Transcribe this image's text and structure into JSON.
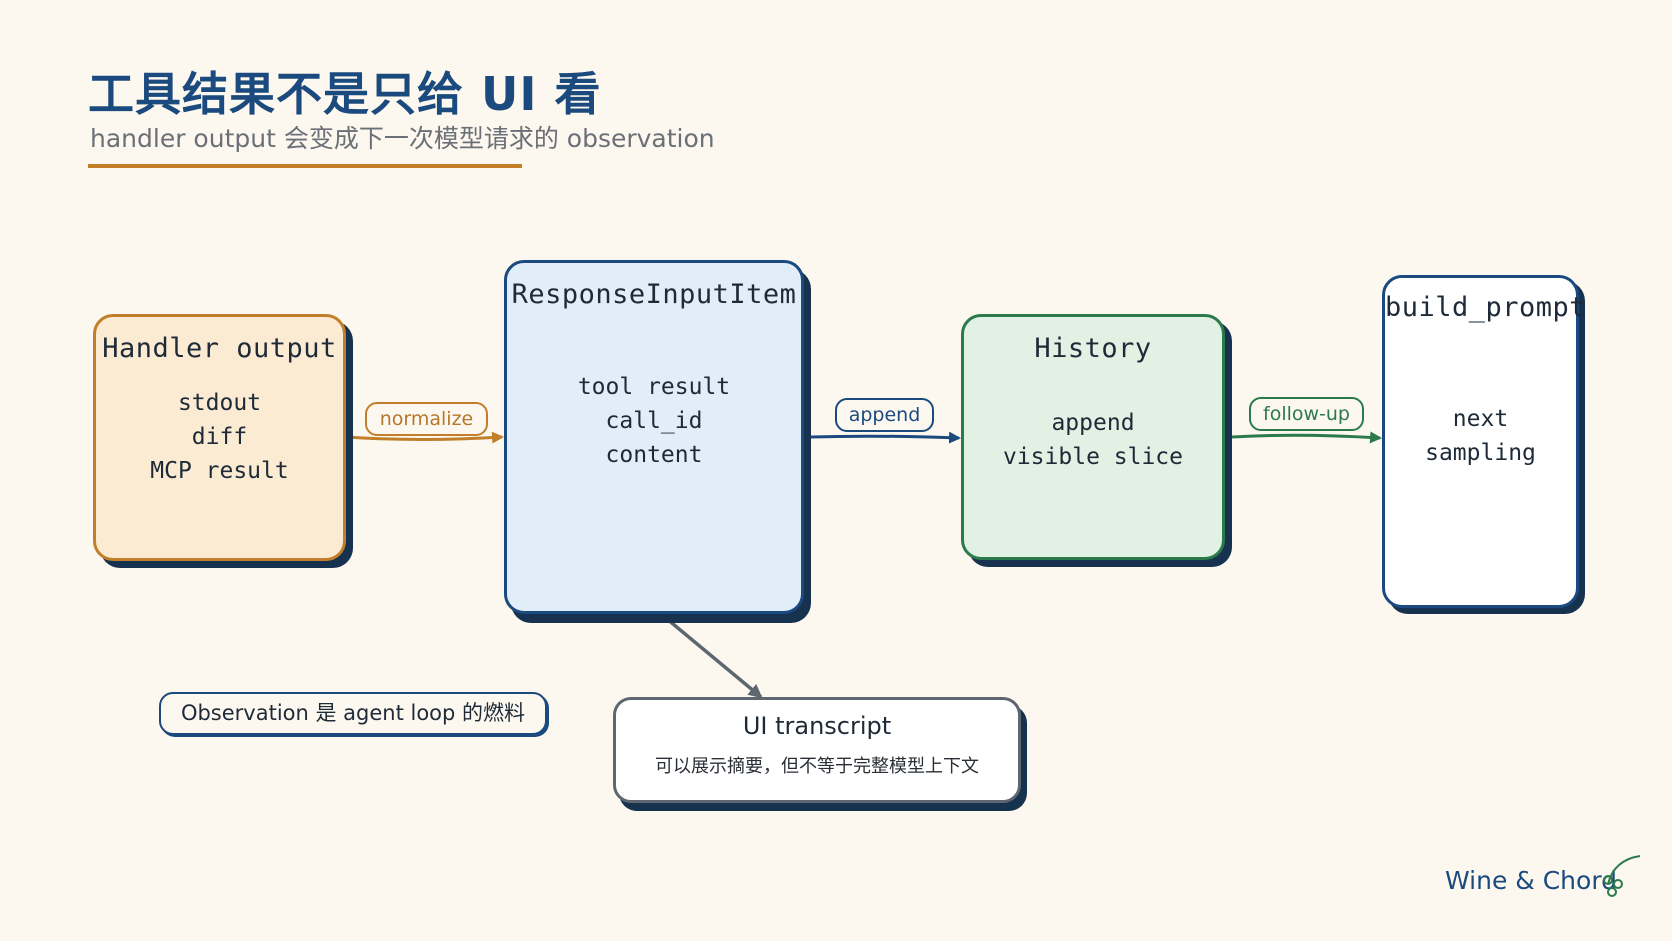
{
  "header": {
    "title": "工具结果不是只给 UI 看",
    "subtitle": "handler output 会变成下一次模型请求的 observation"
  },
  "nodes": {
    "handler": {
      "title": "Handler output",
      "lines": [
        "stdout",
        "diff",
        "MCP result"
      ]
    },
    "response_input_item": {
      "title": "ResponseInputItem",
      "lines": [
        "tool result",
        "call_id",
        "content"
      ]
    },
    "history": {
      "title": "History",
      "lines": [
        "append",
        "visible slice"
      ]
    },
    "build_prompt": {
      "title": "build_prompt",
      "lines": [
        "next",
        "sampling"
      ]
    },
    "ui_transcript": {
      "title": "UI transcript",
      "subtitle": "可以展示摘要，但不等于完整模型上下文"
    }
  },
  "edges": {
    "normalize": "normalize",
    "append": "append",
    "follow_up": "follow-up"
  },
  "note": "Observation 是 agent loop 的燃料",
  "brand": "Wine & Chord",
  "colors": {
    "navy": "#1b4a7e",
    "orange": "#c17f2b",
    "green": "#2b7a4b",
    "gray": "#5e6670",
    "background": "#fdf8ef"
  }
}
